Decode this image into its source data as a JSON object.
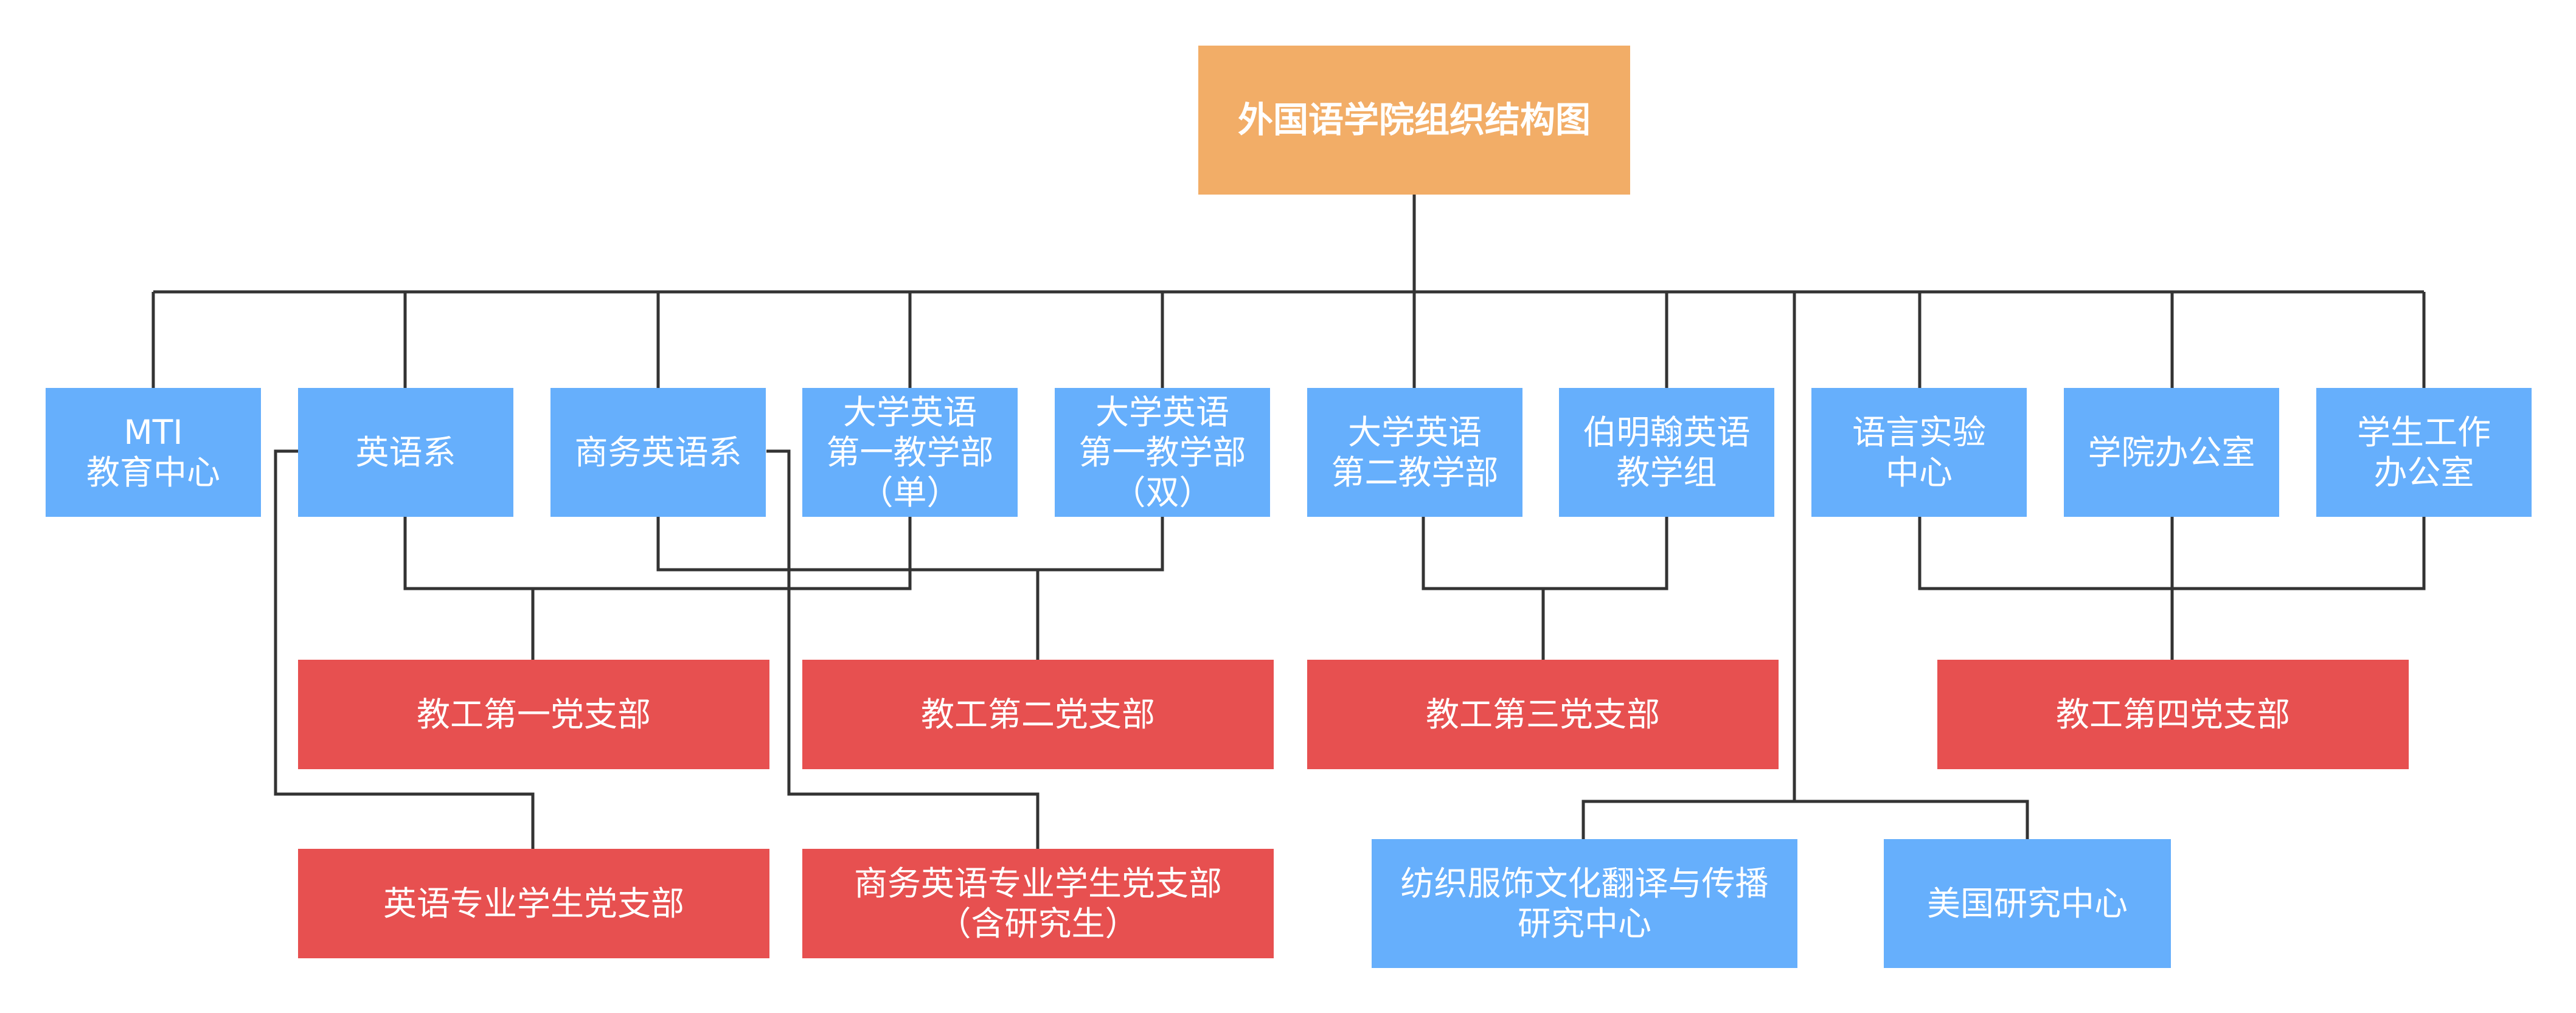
{
  "title": "外国语学院组织结构图",
  "colors": {
    "root": "#F2AD67",
    "department": "#66AFFC",
    "party_branch": "#E75050",
    "connector": "#333333",
    "text": "#FFFFFF"
  },
  "departments": {
    "mti": "MTI\n教育中心",
    "english": "英语系",
    "business_english": "商务英语系",
    "college_english_1_single": "大学英语\n第一教学部\n（单）",
    "college_english_1_double": "大学英语\n第一教学部\n（双）",
    "college_english_2": "大学英语\n第二教学部",
    "berlitz": "伯明翰英语\n教学组",
    "language_lab": "语言实验\n中心",
    "office": "学院办公室",
    "student_affairs": "学生工作\n办公室"
  },
  "party_branches": {
    "staff_1": "教工第一党支部",
    "staff_2": "教工第二党支部",
    "staff_3": "教工第三党支部",
    "staff_4": "教工第四党支部",
    "english_students": "英语专业学生党支部",
    "business_english_students": "商务英语专业学生党支部\n（含研究生）"
  },
  "research_centers": {
    "textile_translation": "纺织服饰文化翻译与传播\n研究中心",
    "american_studies": "美国研究中心"
  }
}
